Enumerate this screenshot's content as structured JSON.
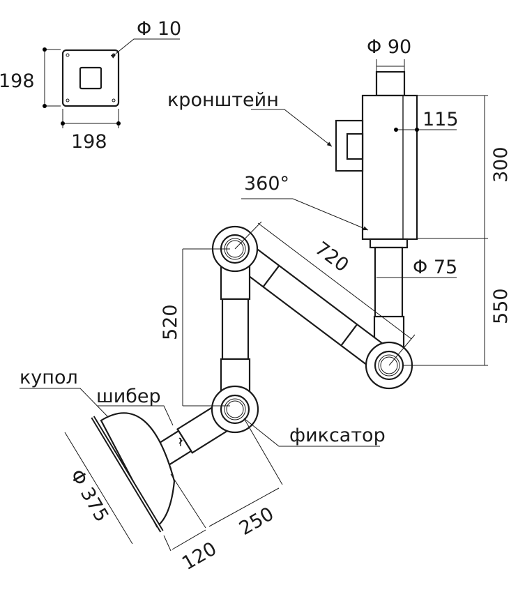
{
  "labels": {
    "bracket": "кронштейн",
    "rotation": "360°",
    "dome": "купол",
    "damper": "шибер",
    "lock": "фиксатор"
  },
  "dimensions": {
    "plate_height": "198",
    "plate_width": "198",
    "hole_diameter": "Φ 10",
    "stem_diameter": "Φ 90",
    "cabinet_depth": "115",
    "cabinet_height": "300",
    "arm_length": "720",
    "pipe_diameter": "Φ 75",
    "lower_height": "550",
    "vertical_arm": "520",
    "dome_diameter": "Φ 375",
    "dome_depth": "120",
    "neck_length": "250"
  },
  "colors": {
    "line": "#1a1a1a",
    "background": "#ffffff"
  }
}
